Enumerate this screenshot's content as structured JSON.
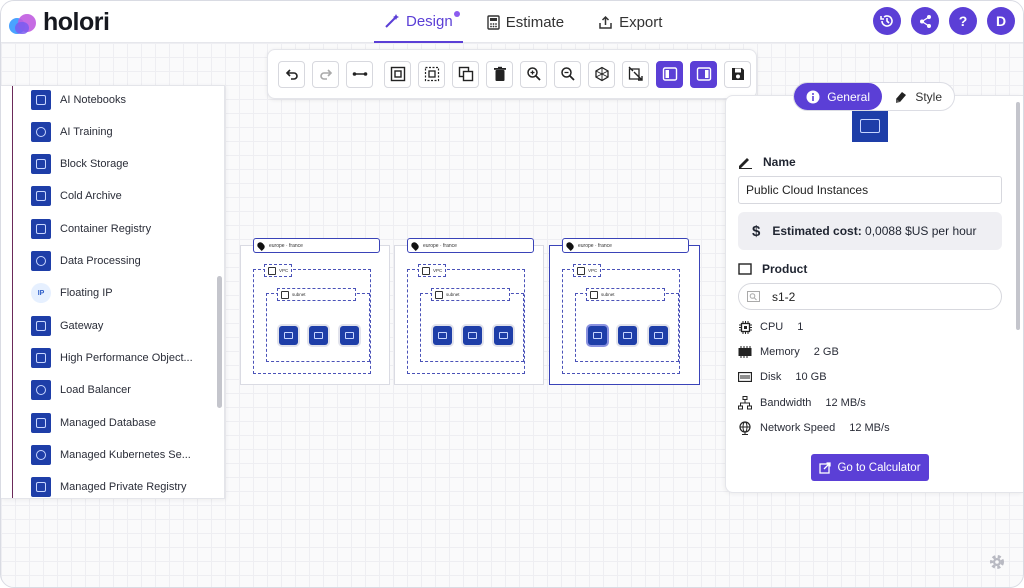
{
  "app": {
    "logo_text": "holori"
  },
  "nav": {
    "tabs": [
      {
        "label": "Design",
        "icon": "design-wand-icon",
        "active": true
      },
      {
        "label": "Estimate",
        "icon": "calculator-icon",
        "active": false
      },
      {
        "label": "Export",
        "icon": "export-icon",
        "active": false
      }
    ]
  },
  "header_actions": {
    "history_icon": "history-icon",
    "share_icon": "share-icon",
    "help_label": "?",
    "avatar_label": "D"
  },
  "toolbar": {
    "buttons": [
      "undo-icon",
      "redo-icon",
      "connector-icon",
      "group-icon",
      "ungroup-icon",
      "duplicate-icon",
      "delete-icon",
      "zoom-in-icon",
      "zoom-out-icon",
      "auto-layout-icon",
      "fit-screen-icon",
      "left-panel-toggle-icon",
      "right-panel-toggle-icon",
      "save-icon"
    ]
  },
  "sidebar": {
    "items": [
      {
        "label": "AI Notebooks"
      },
      {
        "label": "AI Training"
      },
      {
        "label": "Block Storage"
      },
      {
        "label": "Cold Archive"
      },
      {
        "label": "Container Registry"
      },
      {
        "label": "Data Processing"
      },
      {
        "label": "Floating IP",
        "badge": "IP"
      },
      {
        "label": "Gateway"
      },
      {
        "label": "High Performance Object..."
      },
      {
        "label": "Load Balancer"
      },
      {
        "label": "Managed Database"
      },
      {
        "label": "Managed Kubernetes Se..."
      },
      {
        "label": "Managed Private Registry"
      }
    ]
  },
  "canvas": {
    "regions": [
      {
        "label": "europe · france",
        "vpc": "VPC",
        "subnet": "subnet"
      },
      {
        "label": "europe · france",
        "vpc": "VPC",
        "subnet": "subnet"
      },
      {
        "label": "europe · france",
        "vpc": "VPC",
        "subnet": "subnet"
      }
    ]
  },
  "panel": {
    "tabs": {
      "general": "General",
      "style": "Style"
    },
    "name_title": "Name",
    "name_value": "Public Cloud Instances",
    "cost_label": "Estimated cost:",
    "cost_value": "0,0088 $US per hour",
    "product_title": "Product",
    "product_value": "s1-2",
    "specs": [
      {
        "label": "CPU",
        "value": "1",
        "icon": "cpu-icon"
      },
      {
        "label": "Memory",
        "value": "2 GB",
        "icon": "memory-icon"
      },
      {
        "label": "Disk",
        "value": "10 GB",
        "icon": "disk-icon"
      },
      {
        "label": "Bandwidth",
        "value": "12 MB/s",
        "icon": "network-icon"
      },
      {
        "label": "Network Speed",
        "value": "12 MB/s",
        "icon": "globe-icon"
      }
    ],
    "calc_button": "Go to Calculator"
  }
}
